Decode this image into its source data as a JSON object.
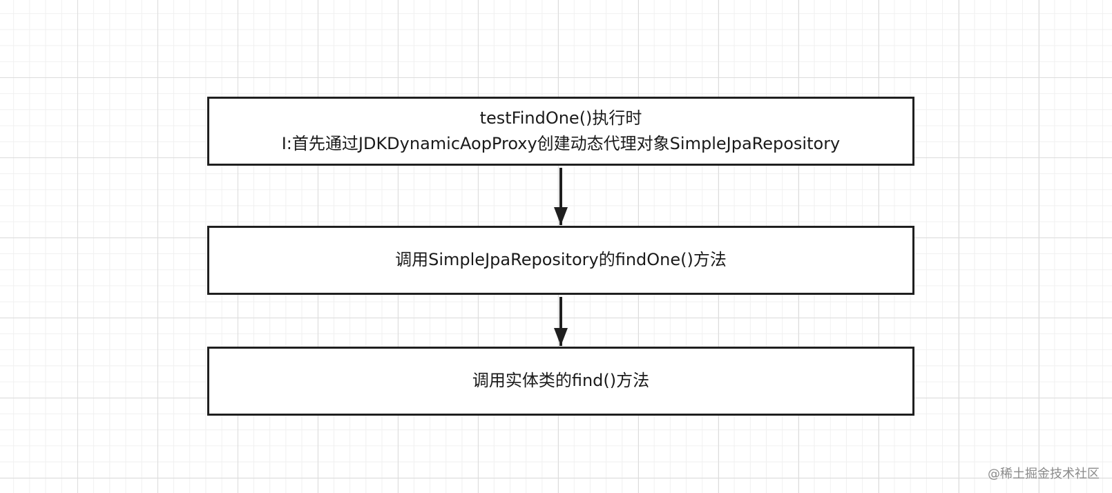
{
  "nodes": [
    {
      "id": "node1",
      "lines": [
        "testFindOne()执行时",
        "I:首先通过JDKDynamicAopProxy创建动态代理对象SimpleJpaRepository"
      ]
    },
    {
      "id": "node2",
      "lines": [
        "调用SimpleJpaRepository的findOne()方法"
      ]
    },
    {
      "id": "node3",
      "lines": [
        "调用实体类的find()方法"
      ]
    }
  ],
  "edges": [
    {
      "from": "node1",
      "to": "node2"
    },
    {
      "from": "node2",
      "to": "node3"
    }
  ],
  "colors": {
    "border": "#1f1f1f",
    "grid_major": "#dcdcdc",
    "grid_minor": "#f0f0f0",
    "watermark": "#8a8a8a"
  },
  "watermark": "@稀土掘金技术社区"
}
